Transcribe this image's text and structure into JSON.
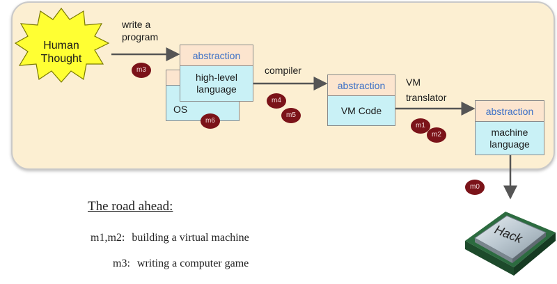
{
  "diagram": {
    "human_thought": [
      "Human",
      "Thought"
    ],
    "edge_write_program": [
      "write a",
      "program"
    ],
    "edge_compiler": "compiler",
    "edge_vm_translator": [
      "VM",
      "translator"
    ],
    "abstraction_label": "abstraction",
    "high_level_language": [
      "high-level",
      "language"
    ],
    "os_label": "OS",
    "vm_code": "VM Code",
    "machine_language": [
      "machine",
      "language"
    ],
    "badges": {
      "m3": "m3",
      "m4": "m4",
      "m5": "m5",
      "m6": "m6",
      "m1": "m1",
      "m2": "m2",
      "m0": "m0"
    },
    "colors": {
      "panel_bg": "#fcefd2",
      "abstraction_bg": "#fce5cf",
      "abstraction_text": "#3b6fc6",
      "content_bg": "#c9f1f6",
      "badge_bg": "#7b1319",
      "burst_fill": "#ffff33"
    }
  },
  "road_ahead": {
    "title": "The road ahead:",
    "items": [
      {
        "keys": "m1,m2:",
        "text": "building a virtual machine"
      },
      {
        "keys": "m3:",
        "text": "writing a computer game"
      }
    ]
  },
  "chip": {
    "label": "Hack"
  }
}
